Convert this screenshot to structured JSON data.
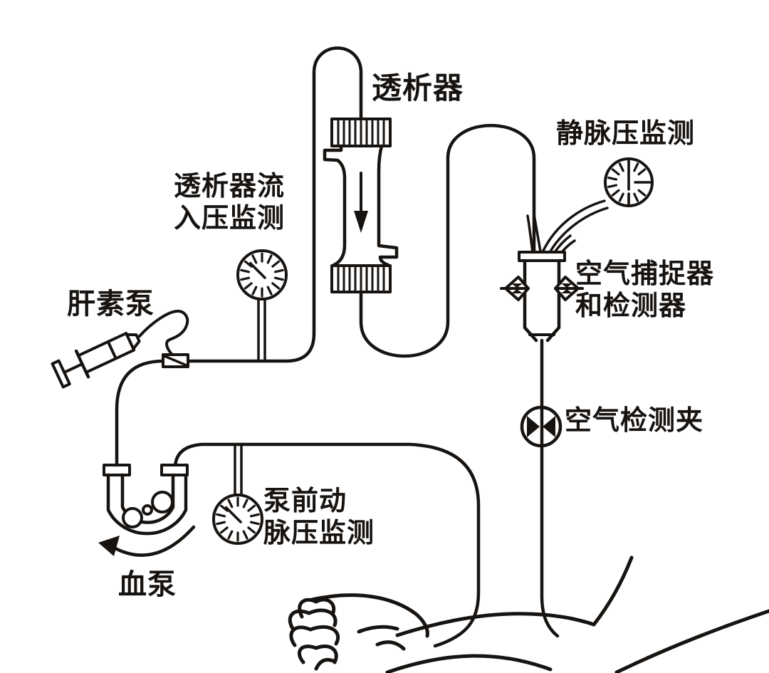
{
  "diagram": {
    "labels": {
      "dialyzer": "透析器",
      "venous_pressure_monitor": "静脉压监测",
      "dialyzer_inflow_monitor_line1": "透析器流",
      "dialyzer_inflow_monitor_line2": "入压监测",
      "heparin_pump": "肝素泵",
      "air_trap_line1": "空气捕捉器",
      "air_trap_line2": "和检测器",
      "air_detector_clamp": "空气检测夹",
      "prepump_monitor_line1": "泵前动",
      "prepump_monitor_line2": "脉压监测",
      "blood_pump": "血泵"
    },
    "colors": {
      "ink": "#171310",
      "background": "#ffffff"
    }
  }
}
